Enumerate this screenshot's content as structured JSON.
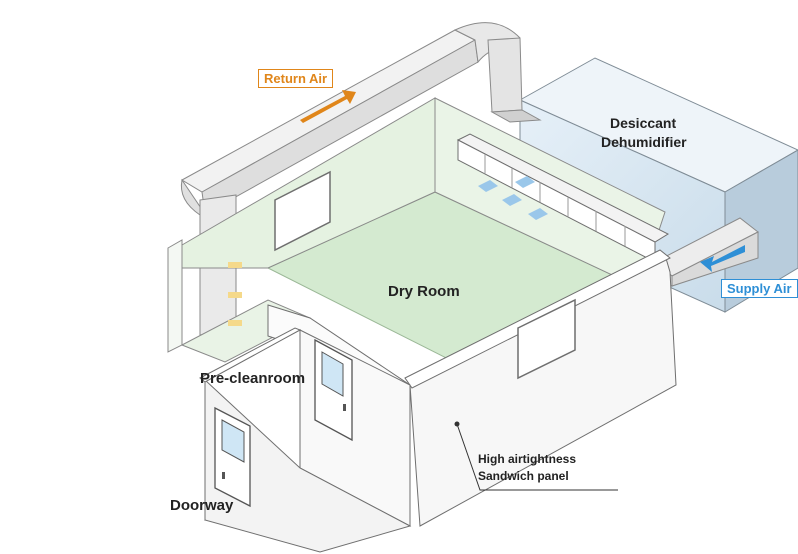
{
  "labels": {
    "return_air": "Return Air",
    "dehumidifier_line1": "Desiccant",
    "dehumidifier_line2": "Dehumidifier",
    "supply_air": "Supply Air",
    "dry_room": "Dry Room",
    "pre_cleanroom": "Pre-cleanroom",
    "doorway": "Doorway",
    "panel_line1": "High airtightness",
    "panel_line2": "Sandwich panel"
  },
  "colors": {
    "return_arrow": "#e0861a",
    "supply_arrow": "#2e8fd6",
    "floor": "#d4ead0",
    "wall": "#ffffff",
    "duct": "#e6e6e6",
    "dehumidifier": "#dce9f2"
  }
}
